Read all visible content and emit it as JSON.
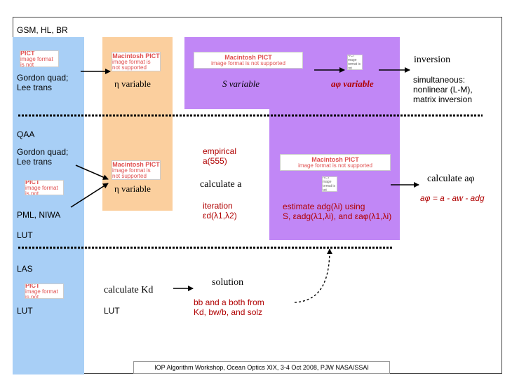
{
  "header": {
    "title": "GSM, HL, BR"
  },
  "placeholder_image": {
    "line1": "Macintosh PICT",
    "line2": "image format is not supported"
  },
  "top_section": {
    "blue_label": "Gordon quad; Lee trans",
    "orange_label": "η variable",
    "s_label": "S variable",
    "aphi_label": "aφ variable",
    "inversion_label": "inversion",
    "simultaneous_label": [
      "simultaneous:",
      "nonlinear (L-M),",
      "matrix inversion"
    ]
  },
  "qaa_section": {
    "qaa_title": "QAA",
    "blue_label": "Gordon quad; Lee trans",
    "orange_label": "η variable",
    "empirical_label": [
      "empirical",
      "a(555)"
    ],
    "calculate_a_label": "calculate a",
    "iteration_label": [
      "iteration",
      "εd(λ1,λ2)"
    ],
    "estimate_label": [
      "estimate adg(λi) using",
      "S, εadg(λ1,λi), and εaφ(λ1,λi)"
    ],
    "calculate_aphi_label": "calculate aφ",
    "aphi_formula": "aφ = a - aw - adg",
    "pml_label": "PML, NIWA",
    "lut_label": "LUT"
  },
  "las_section": {
    "las_title": "LAS",
    "lut_label": "LUT",
    "calculate_kd_label": "calculate Kd",
    "lut2_label": "LUT",
    "solution_label": "solution",
    "bb_label": [
      "bb and a both from",
      "Kd, bw/b, and solz"
    ]
  },
  "footer": {
    "text": "IOP Algorithm Workshop, Ocean Optics XIX, 3-4 Oct 2008, PJW NASA/SSAI"
  },
  "colors": {
    "blue": "#a8cff6",
    "orange": "#fbcf9e",
    "purple": "#c187f6",
    "red": "#b00000"
  }
}
